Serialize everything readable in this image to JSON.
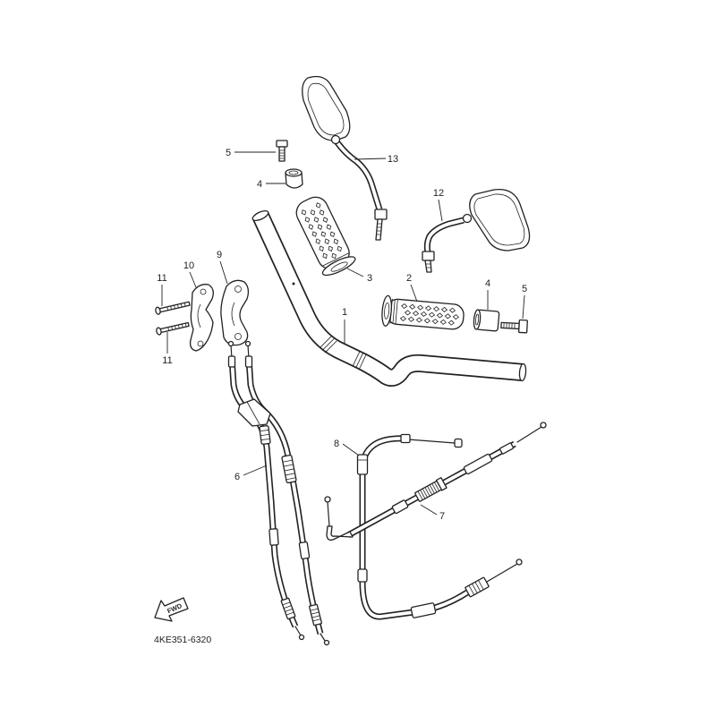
{
  "callouts": {
    "handlebar": "1",
    "right_grip": "2",
    "left_grip": "3",
    "upper_collar": "4",
    "right_collar": "4",
    "upper_bolt": "5",
    "right_bolt": "5",
    "cable_6": "6",
    "cable_7": "7",
    "cable_8": "8",
    "holder_upper": "9",
    "holder_lower": "10",
    "screw_upper": "11",
    "screw_lower": "11",
    "right_mirror": "12",
    "left_mirror": "13"
  },
  "fwd_label": "FWD",
  "fwd_icon": "arrow-icon",
  "diagram_code": "4KE351-6320"
}
